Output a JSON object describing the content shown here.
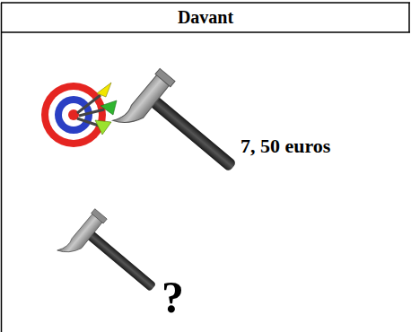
{
  "diagram": {
    "labels": [
      "Davant",
      "7, 50 euros",
      "?"
    ]
  }
}
